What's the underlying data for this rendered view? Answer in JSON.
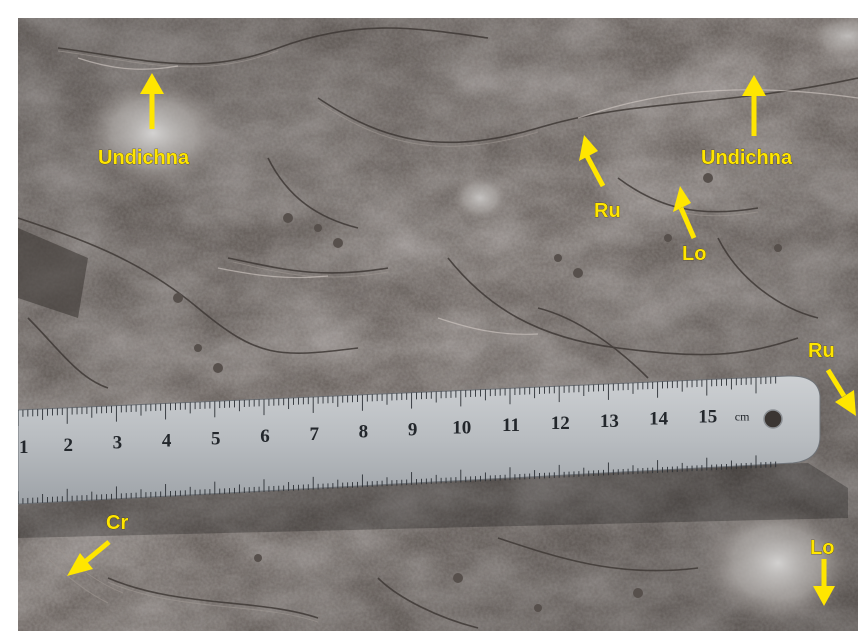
{
  "photo": {
    "subject": "rock slab with trace fossils and steel ruler scale",
    "colors": {
      "rock": "#6e6763",
      "rock_dark": "#4f4945",
      "rock_light": "#8d8580",
      "lichen": "#c9c8c7",
      "ruler": "#b9bdc1",
      "label": "#ffe600"
    }
  },
  "annotations": [
    {
      "id": "undichna-left",
      "text": "Undichna",
      "arrow": "up"
    },
    {
      "id": "undichna-right",
      "text": "Undichna",
      "arrow": "up"
    },
    {
      "id": "ru-center",
      "text": "Ru",
      "arrow": "up-left"
    },
    {
      "id": "lo-center",
      "text": "Lo",
      "arrow": "up-left"
    },
    {
      "id": "ru-right",
      "text": "Ru",
      "arrow": "down-right"
    },
    {
      "id": "lo-right",
      "text": "Lo",
      "arrow": "down"
    },
    {
      "id": "cr-left",
      "text": "Cr",
      "arrow": "down-left"
    }
  ],
  "ruler": {
    "numbers": [
      "1",
      "2",
      "3",
      "4",
      "5",
      "6",
      "7",
      "8",
      "9",
      "10",
      "11",
      "12",
      "13",
      "14",
      "15"
    ],
    "unit": "cm"
  }
}
